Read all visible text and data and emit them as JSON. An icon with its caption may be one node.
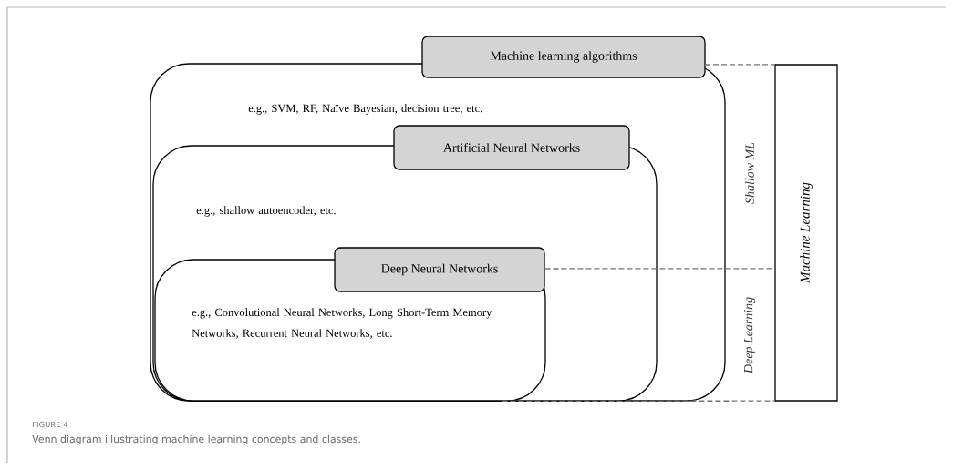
{
  "diagram": {
    "caption": "Venn diagram illustrating machine learning concepts and classes.",
    "nodes": [
      {
        "text": [
          "Machine learning algorithms",
          "e.g., SVM, RF, Naïve Bayesian, decision tree, etc."
        ]
      },
      {
        "text": [
          "Artificial Neural Networks",
          "e.g., shallow autoencoder, etc."
        ],
        "in": 0
      },
      {
        "text": [
          "Deep Neural Networks",
          "e.g., Convolutional Neural Networks, Long Short-Term Memory Networks, Recurrent Neural Networks, etc."
        ],
        "in": 1
      },
      {
        "text": [
          "Machine Learning"
        ]
      }
    ],
    "edges": [
      {
        "from": 0,
        "to": 3,
        "arrow": "none",
        "style": "dashed"
      },
      {
        "from": 2,
        "to": 3,
        "arrow": "none",
        "style": "dashed"
      },
      {
        "from": 2,
        "to": 3,
        "arrow": "none",
        "style": "dashed"
      }
    ],
    "labels": [
      "Shallow ML",
      "Deep Learning",
      "FIGURE 4"
    ]
  }
}
